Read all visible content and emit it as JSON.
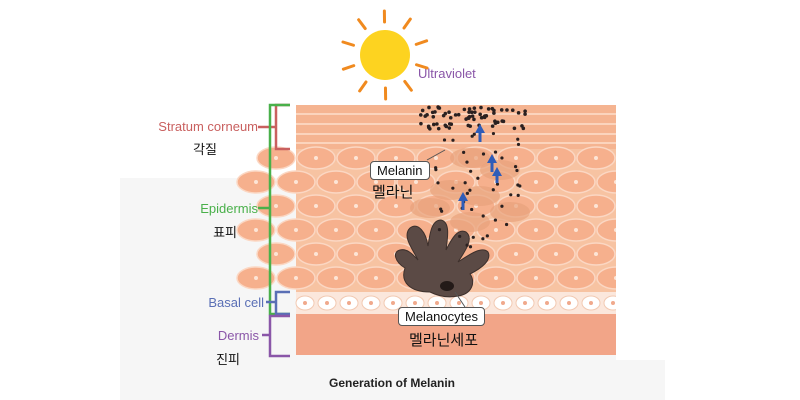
{
  "sun_label": "Ultraviolet",
  "layers": [
    {
      "en": "Stratum corneum",
      "ko": "각질",
      "color": "#c9605f"
    },
    {
      "en": "Epidermis",
      "ko": "표피",
      "color": "#49b04a"
    },
    {
      "en": "Basal cell",
      "ko": "",
      "color": "#5a6fb5"
    },
    {
      "en": "Dermis",
      "ko": "진피",
      "color": "#8a56a8"
    }
  ],
  "melanin_callout": {
    "en": "Melanin",
    "ko": "멜라닌"
  },
  "melanocyte_callout": {
    "en": "Melanocytes",
    "ko": "멜라닌세포"
  },
  "caption": "Generation of Melanin",
  "colors": {
    "sun": "#fdd320",
    "sun_rays": "#f08a1f",
    "ultraviolet": "#8a56a8",
    "skin_top": "#f7c3a2",
    "dermis": "#f2a588",
    "arrow": "#2f5cb8",
    "melanocyte": "#5b4a45",
    "melanin_dot": "#2a2020"
  }
}
